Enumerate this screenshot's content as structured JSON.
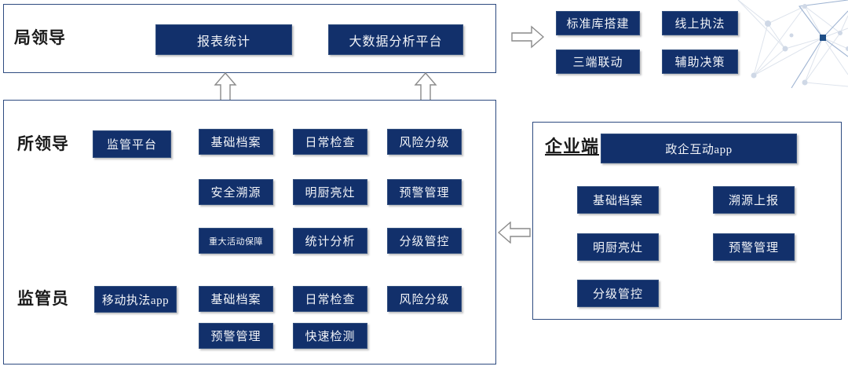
{
  "colors": {
    "chip_fill": "#12306b",
    "chip_border": "#33507f",
    "panel_border": "#2e4b80",
    "text_dark": "#1a1a1a",
    "chip_text": "#f2f4f8",
    "arrow_stroke": "#8a8a8a",
    "network_line": "#d8dfe9",
    "network_hub": "#1f4e87"
  },
  "bureau_panel": {
    "role": "局领导",
    "chips": [
      {
        "label": "报表统计"
      },
      {
        "label": "大数据分析平台"
      }
    ]
  },
  "outcomes_group": {
    "chips": [
      {
        "label": "标准库搭建"
      },
      {
        "label": "线上执法"
      },
      {
        "label": "三端联动"
      },
      {
        "label": "辅助决策"
      }
    ]
  },
  "supervision_panel": {
    "roles": [
      {
        "label": "所领导"
      },
      {
        "label": "监管员"
      }
    ],
    "station_leader": {
      "platform": {
        "label": "监管平台"
      },
      "modules": [
        {
          "label": "基础档案"
        },
        {
          "label": "日常检查"
        },
        {
          "label": "风险分级"
        },
        {
          "label": "安全溯源"
        },
        {
          "label": "明厨亮灶"
        },
        {
          "label": "预警管理"
        },
        {
          "label": "重大活动保障"
        },
        {
          "label": "统计分析"
        },
        {
          "label": "分级管控"
        }
      ]
    },
    "inspector": {
      "platform": {
        "label": "移动执法app"
      },
      "modules": [
        {
          "label": "基础档案"
        },
        {
          "label": "日常检查"
        },
        {
          "label": "风险分级"
        },
        {
          "label": "预警管理"
        },
        {
          "label": "快速检测"
        }
      ]
    }
  },
  "enterprise_panel": {
    "role": "企业端",
    "platform": {
      "label": "政企互动app"
    },
    "modules": [
      {
        "label": "基础档案"
      },
      {
        "label": "溯源上报"
      },
      {
        "label": "明厨亮灶"
      },
      {
        "label": "预警管理"
      },
      {
        "label": "分级管控"
      }
    ]
  },
  "arrows": [
    {
      "name": "arrow-up-left",
      "direction": "up"
    },
    {
      "name": "arrow-up-right",
      "direction": "up"
    },
    {
      "name": "arrow-right-top",
      "direction": "right"
    },
    {
      "name": "arrow-left-mid",
      "direction": "left"
    }
  ]
}
